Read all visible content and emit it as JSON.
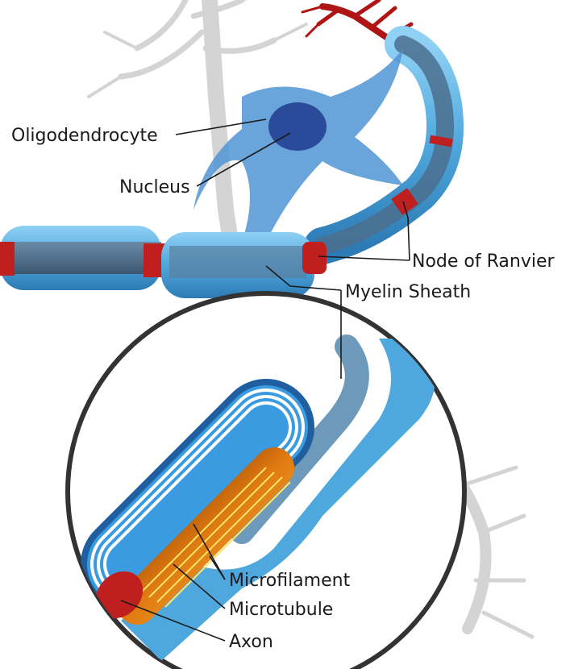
{
  "labels": {
    "oligodendrocyte": "Oligodendrocyte",
    "nucleus": "Nucleus",
    "node_of_ranvier": "Node of Ranvier",
    "myelin_sheath": "Myelin Sheath",
    "microfilament": "Microfilament",
    "microtubule": "Microtubule",
    "axon": "Axon"
  },
  "colors": {
    "background_neuron": "#d8d8d8",
    "myelin_light": "#5aaee0",
    "myelin_dark": "#2f6f9e",
    "axon_gray": "#50728f",
    "node_red": "#c01f1f",
    "dendrite_red": "#b01515",
    "oligodendrocyte_body": "#4f94d4",
    "nucleus": "#2b4a9a",
    "lamella_blue": "#3b9be0",
    "microfilament_core": "#f08a1e",
    "microtubule_lines": "#ffe66b",
    "inset_ring": "#333333"
  }
}
